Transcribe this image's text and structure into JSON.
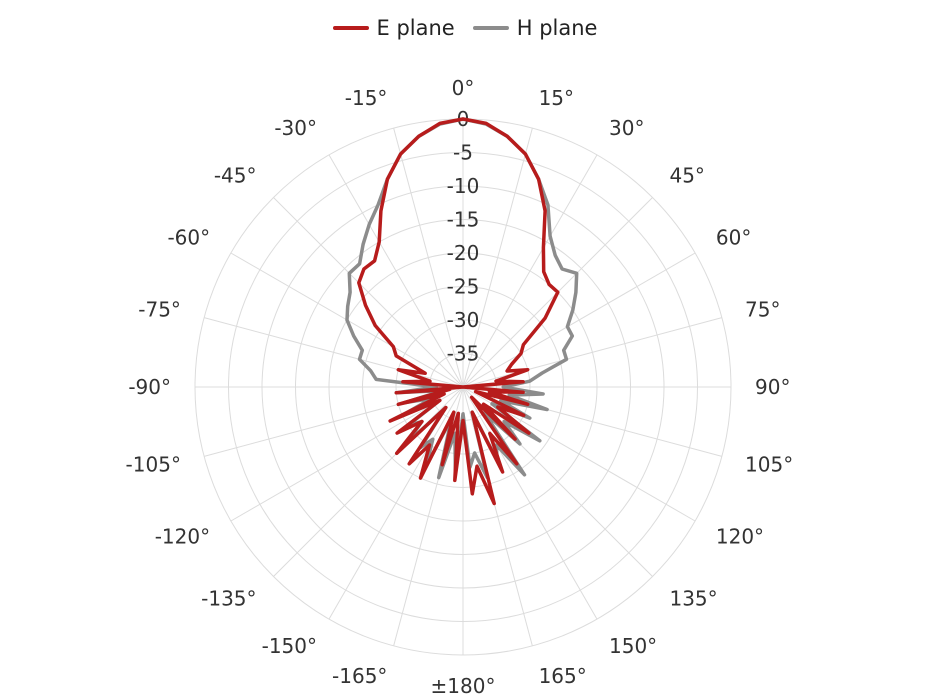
{
  "legend": {
    "e_label": "E plane",
    "h_label": "H plane"
  },
  "chart_data": {
    "type": "polar-line",
    "angle_ticks": [
      "0°",
      "15°",
      "30°",
      "45°",
      "60°",
      "75°",
      "90°",
      "105°",
      "120°",
      "135°",
      "150°",
      "165°",
      "±180°",
      "-165°",
      "-150°",
      "-135°",
      "-120°",
      "-105°",
      "-90°",
      "-75°",
      "-60°",
      "-45°",
      "-30°",
      "-15°"
    ],
    "radial_ticks": [
      0,
      -5,
      -10,
      -15,
      -20,
      -25,
      -30,
      -35
    ],
    "radial_range": [
      -40,
      0
    ],
    "grid": true,
    "legend_position": "top-center",
    "series": [
      {
        "name": "E plane",
        "color": "#b71c1c",
        "angles_deg": [
          0,
          5,
          10,
          15,
          20,
          25,
          30,
          35,
          40,
          45,
          50,
          55,
          60,
          65,
          70,
          75,
          80,
          85,
          90,
          95,
          100,
          105,
          110,
          115,
          120,
          125,
          130,
          135,
          140,
          145,
          150,
          155,
          160,
          165,
          170,
          175,
          180,
          185,
          190,
          195,
          200,
          205,
          210,
          215,
          220,
          225,
          230,
          235,
          240,
          245,
          250,
          255,
          260,
          265,
          270,
          275,
          280,
          285,
          290,
          295,
          300,
          305,
          310,
          315,
          320,
          325,
          330,
          335,
          340,
          345,
          350,
          355
        ],
        "values_db": [
          0,
          -0.5,
          -2,
          -4,
          -7,
          -11,
          -16,
          -19,
          -20,
          -20,
          -24,
          -29,
          -30,
          -32,
          -33,
          -30,
          -35,
          -31,
          -40,
          -31,
          -36,
          -30,
          -38,
          -30,
          -34,
          -28,
          -36,
          -29,
          -38,
          -26,
          -32,
          -26,
          -36,
          -22,
          -28,
          -24,
          -35,
          -26,
          -36,
          -28,
          -36,
          -25,
          -30,
          -26,
          -36,
          -26,
          -32,
          -28,
          -36,
          -28,
          -37,
          -30,
          -38,
          -30,
          -40,
          -31,
          -35,
          -30,
          -34,
          -29,
          -28,
          -24,
          -21,
          -18,
          -17,
          -17,
          -15,
          -11,
          -7,
          -4,
          -2,
          -0.5
        ]
      },
      {
        "name": "H plane",
        "color": "#8c8c8c",
        "angles_deg": [
          0,
          5,
          10,
          15,
          20,
          25,
          30,
          35,
          40,
          45,
          50,
          55,
          60,
          65,
          70,
          75,
          80,
          85,
          90,
          95,
          100,
          105,
          110,
          115,
          120,
          125,
          130,
          135,
          140,
          145,
          150,
          155,
          160,
          165,
          170,
          175,
          180,
          185,
          190,
          195,
          200,
          205,
          210,
          215,
          220,
          225,
          230,
          235,
          240,
          245,
          250,
          255,
          260,
          265,
          270,
          275,
          280,
          285,
          290,
          295,
          300,
          305,
          310,
          315,
          320,
          325,
          330,
          335,
          340,
          345,
          350,
          355
        ],
        "values_db": [
          0,
          -0.6,
          -2,
          -4,
          -7,
          -10,
          -14,
          -16,
          -17,
          -16,
          -18,
          -20,
          -22,
          -22,
          -24,
          -24,
          -28,
          -30,
          -34,
          -28,
          -33,
          -27,
          -34,
          -29,
          -35,
          -26,
          -32,
          -28,
          -35,
          -24,
          -30,
          -28,
          -36,
          -26,
          -30,
          -28,
          -36,
          -27,
          -33,
          -26,
          -35,
          -27,
          -31,
          -29,
          -36,
          -28,
          -32,
          -30,
          -36,
          -30,
          -35,
          -31,
          -37,
          -30,
          -36,
          -27,
          -26,
          -24,
          -24,
          -22,
          -20,
          -19,
          -18,
          -16,
          -16,
          -14,
          -12,
          -10,
          -7,
          -4,
          -2,
          -0.6
        ]
      }
    ]
  }
}
